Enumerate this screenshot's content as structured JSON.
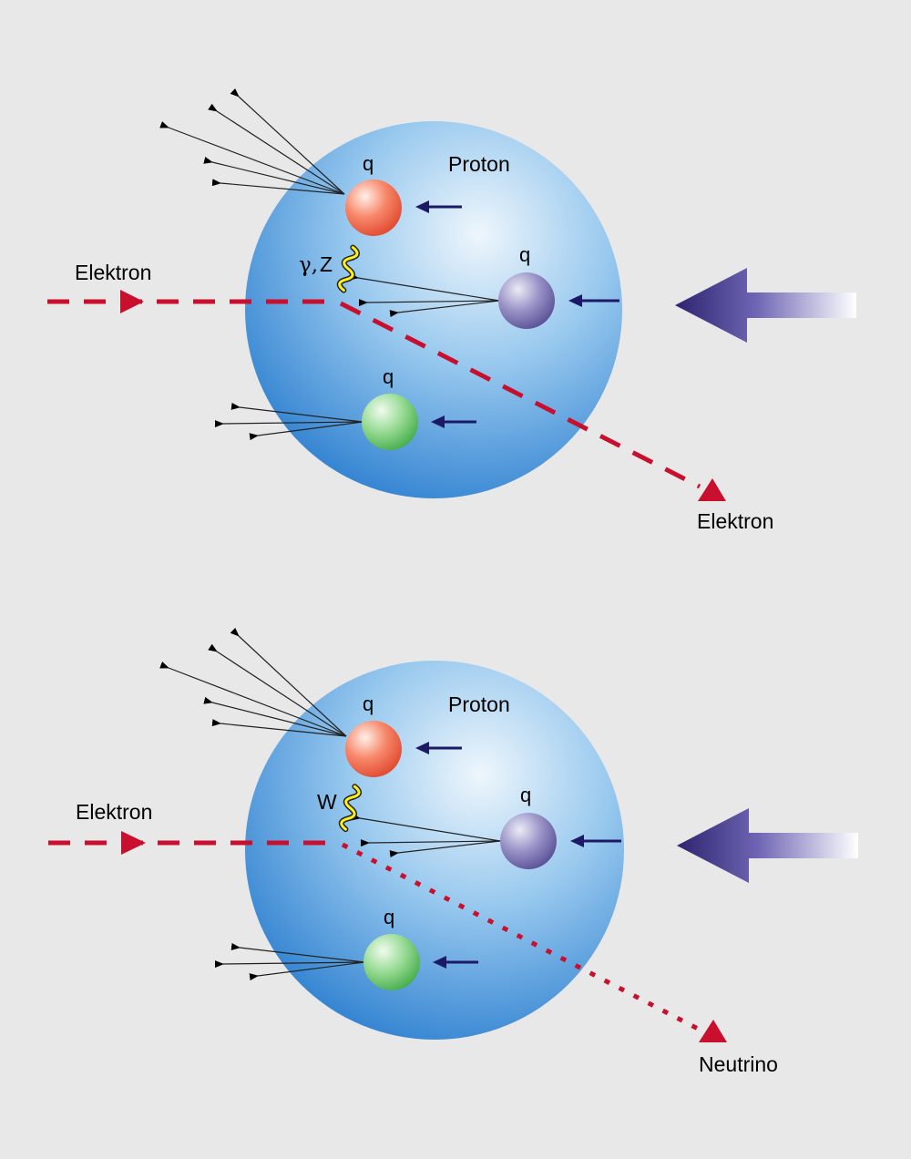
{
  "colors": {
    "background": "#e8e8e8",
    "proton_light": "#eef6fc",
    "proton_dark": "#2a7dcf",
    "lepton": "#c8102e",
    "quark_red": "#f2654a",
    "quark_purple": "#6a61a8",
    "quark_green": "#5cbf5e",
    "boson": "#ffef1a",
    "quark_arrow": "#1c1a66",
    "beam_arrow_dark": "#2c246e"
  },
  "panels": [
    {
      "id": "nc",
      "proton_label": "Proton",
      "quark_label": "q",
      "incoming_label": "Elektron",
      "outgoing_label": "Elektron",
      "outgoing_style": "dashed",
      "boson_label": "Z",
      "boson_symbol": "γ,"
    },
    {
      "id": "cc",
      "proton_label": "Proton",
      "quark_label": "q",
      "incoming_label": "Elektron",
      "outgoing_label": "Neutrino",
      "outgoing_style": "dotted",
      "boson_label": "W",
      "boson_symbol": ""
    }
  ]
}
